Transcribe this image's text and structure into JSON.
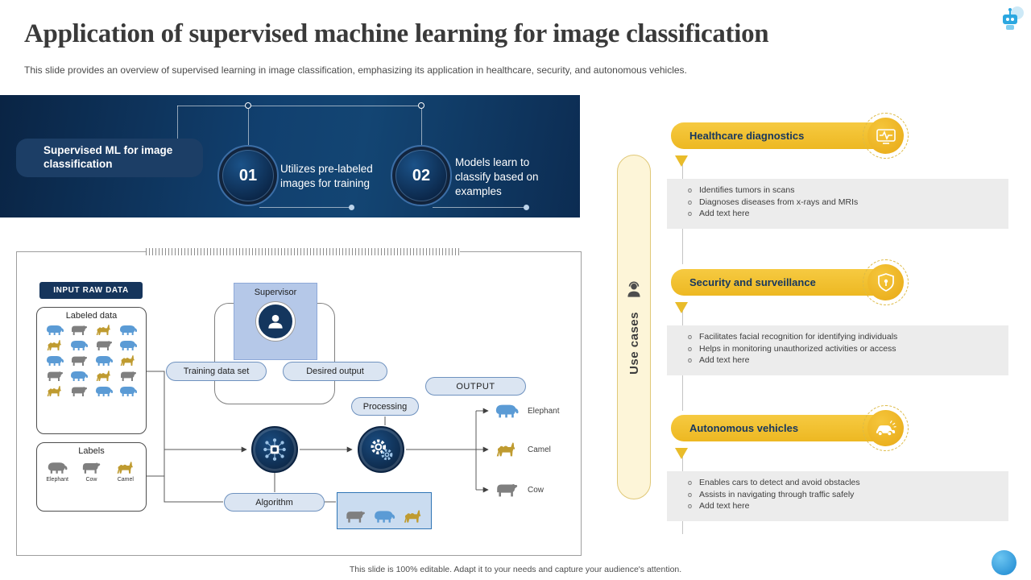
{
  "slide": {
    "title": "Application of supervised machine learning for image classification",
    "subtitle": "This slide provides an overview of supervised learning in image classification, emphasizing its application in healthcare, security, and autonomous vehicles.",
    "footer": "This slide is 100% editable.  Adapt it to your needs and capture your audience's attention."
  },
  "banner": {
    "label": "Supervised ML for image classification",
    "steps": [
      {
        "number": "01",
        "text": "Utilizes pre-labeled images for training"
      },
      {
        "number": "02",
        "text": "Models learn to classify based on examples"
      }
    ]
  },
  "diagram": {
    "input_label": "INPUT RAW DATA",
    "labeled_data": {
      "title": "Labeled data",
      "grid": [
        "elephant:blue",
        "cow:gray",
        "camel:yellow",
        "elephant:blue",
        "camel:yellow",
        "elephant:blue",
        "cow:gray",
        "elephant:blue",
        "elephant:blue",
        "cow:gray",
        "elephant:blue",
        "camel:yellow",
        "cow:gray",
        "elephant:blue",
        "camel:yellow",
        "cow:gray",
        "camel:yellow",
        "cow:gray",
        "elephant:blue",
        "elephant:blue"
      ]
    },
    "labels_box": {
      "title": "Labels",
      "items": [
        {
          "name": "Elephant",
          "icon": "elephant",
          "color": "gray"
        },
        {
          "name": "Cow",
          "icon": "cow",
          "color": "gray"
        },
        {
          "name": "Camel",
          "icon": "camel",
          "color": "yellow"
        }
      ]
    },
    "supervisor_label": "Supervisor",
    "pills": {
      "training": "Training data set",
      "desired": "Desired output",
      "processing": "Processing",
      "algorithm": "Algorithm",
      "output": "OUTPUT"
    },
    "outputs": [
      {
        "name": "Elephant",
        "icon": "elephant",
        "color": "blue"
      },
      {
        "name": "Camel",
        "icon": "camel",
        "color": "yellow"
      },
      {
        "name": "Cow",
        "icon": "cow",
        "color": "gray"
      }
    ],
    "sample_box": [
      "cow:gray",
      "elephant:blue",
      "camel:yellow"
    ]
  },
  "use_cases": {
    "vertical_label": "Use cases",
    "cards": [
      {
        "title": "Healthcare diagnostics",
        "icon": "healthcare-scan-icon",
        "bullets": [
          "Identifies tumors in scans",
          "Diagnoses diseases from x-rays and MRIs",
          "Add text here"
        ]
      },
      {
        "title": "Security and surveillance",
        "icon": "security-shield-icon",
        "bullets": [
          "Facilitates facial recognition for identifying individuals",
          "Helps in monitoring unauthorized activities or access",
          "Add text here"
        ]
      },
      {
        "title": "Autonomous vehicles",
        "icon": "autonomous-car-icon",
        "bullets": [
          "Enables cars to detect and avoid obstacles",
          "Assists in navigating through traffic safely",
          "Add text here"
        ]
      }
    ]
  },
  "colors": {
    "navy": "#11304f",
    "accent_yellow": "#f0c030",
    "animal_blue": "#5b9bd5",
    "animal_gray": "#7f7f7f",
    "animal_gold": "#bf9b30",
    "pill_fill": "#dbe5f2",
    "pill_border": "#6f92bf"
  }
}
